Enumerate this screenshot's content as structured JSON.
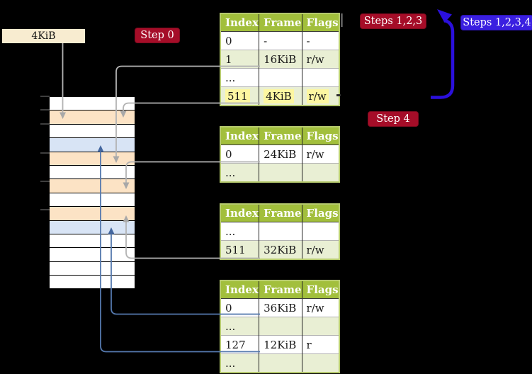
{
  "frame_label": {
    "text": "4KiB"
  },
  "badges": {
    "step0": {
      "label": "Step 0"
    },
    "steps123": {
      "label": "Steps 1,2,3"
    },
    "steps1234": {
      "label": "Steps 1,2,3,4"
    },
    "step4": {
      "label": "Step 4"
    }
  },
  "memory": {
    "description": "physical memory frames, 4KiB each",
    "rows": [
      "white",
      "orange",
      "white",
      "blue",
      "orange",
      "white",
      "orange",
      "white",
      "orange",
      "blue",
      "white",
      "white",
      "white",
      "white"
    ]
  },
  "tables": {
    "t1": {
      "headers": [
        "Index",
        "Frame",
        "Flags"
      ],
      "rows": [
        {
          "index": "0",
          "frame": "-",
          "flags": "-"
        },
        {
          "index": "1",
          "frame": "16KiB",
          "flags": "r/w"
        },
        {
          "index": "...",
          "frame": "",
          "flags": ""
        },
        {
          "index": "511",
          "frame": "4KiB",
          "flags": "r/w",
          "highlight": true
        }
      ]
    },
    "t2": {
      "headers": [
        "Index",
        "Frame",
        "Flags"
      ],
      "rows": [
        {
          "index": "0",
          "frame": "24KiB",
          "flags": "r/w"
        },
        {
          "index": "...",
          "frame": "",
          "flags": ""
        }
      ]
    },
    "t3": {
      "headers": [
        "Index",
        "Frame",
        "Flags"
      ],
      "rows": [
        {
          "index": "...",
          "frame": "",
          "flags": ""
        },
        {
          "index": "511",
          "frame": "32KiB",
          "flags": "r/w"
        }
      ]
    },
    "t4": {
      "headers": [
        "Index",
        "Frame",
        "Flags"
      ],
      "rows": [
        {
          "index": "0",
          "frame": "36KiB",
          "flags": "r/w"
        },
        {
          "index": "...",
          "frame": "",
          "flags": ""
        },
        {
          "index": "127",
          "frame": "12KiB",
          "flags": "r"
        },
        {
          "index": "...",
          "frame": "",
          "flags": ""
        }
      ]
    }
  },
  "colors": {
    "red_badge": "#a50d28",
    "blue_badge": "#3a1fe0",
    "bracket_blue": "#2b10dc",
    "connector_gray": "#b3b3b3",
    "connector_gray_head": "#a8a8a8",
    "connector_blue": "#5478ad",
    "connector_blue_head": "#44679f",
    "header_green": "#a2bf3c",
    "row_green": "#e9efd4",
    "highlight_yellow": "#fdf7a1",
    "mem_orange": "#fce3c5",
    "mem_blue": "#d8e4f5",
    "label_cream": "#f8ecd0"
  }
}
